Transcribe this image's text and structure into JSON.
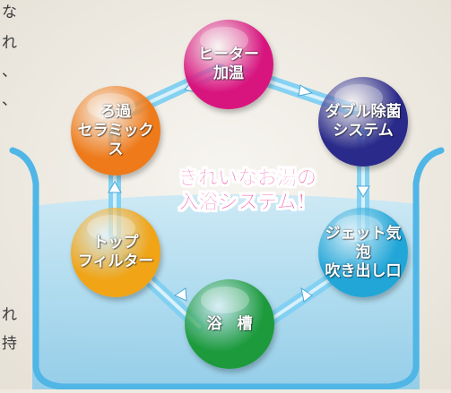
{
  "side_text": {
    "lines": [
      "な",
      "れ",
      "、",
      "、",
      "れ",
      "持"
    ]
  },
  "center_title": {
    "line1": "きれいなお湯の",
    "line2": "入浴システム！"
  },
  "nodes": [
    {
      "id": "heater",
      "label": "ヒーター\n加温",
      "color": "#d8157f"
    },
    {
      "id": "double-sterilization",
      "label": "ダブル除菌\nシステム",
      "color": "#2a2a8a"
    },
    {
      "id": "jet-outlet",
      "label": "ジェット気泡\n吹き出し口",
      "color": "#22a6d8"
    },
    {
      "id": "bathtub",
      "label": "浴　槽",
      "color": "#1c9a3c"
    },
    {
      "id": "top-filter",
      "label": "トップ\nフィルター",
      "color": "#f0a416"
    },
    {
      "id": "ceramics",
      "label": "ろ過\nセラミックス",
      "color": "#ee7a1a"
    }
  ],
  "colors": {
    "water": "#9fd4ee",
    "tub_outline": "#4fb6e6",
    "pipe": "#6ec8ee",
    "background": "#eeeae2"
  }
}
